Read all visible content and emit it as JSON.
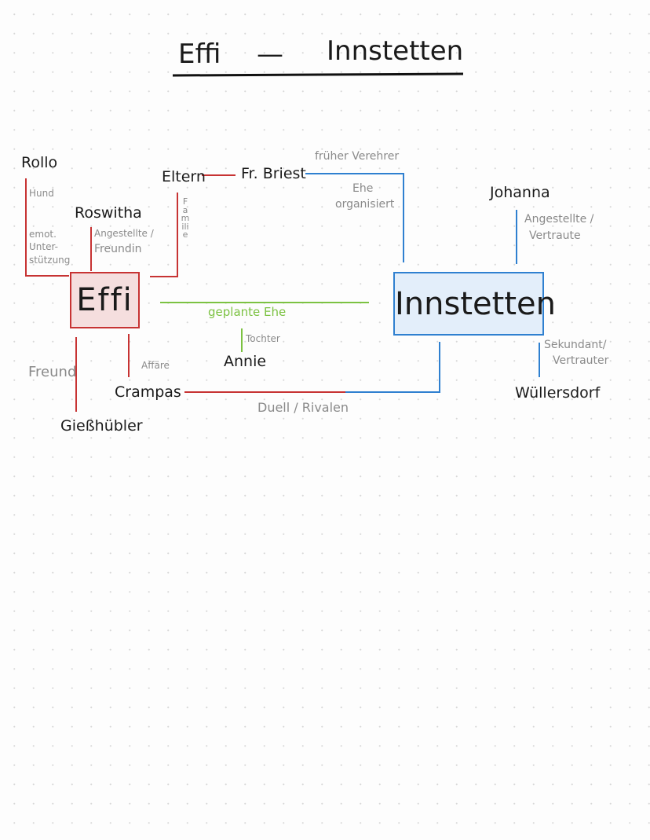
{
  "title": {
    "left": "Effi",
    "dash": "—",
    "right": "Innstetten"
  },
  "nodes": {
    "effi": "Effi",
    "innstetten": "Innstetten",
    "rollo": "Rollo",
    "roswitha": "Roswitha",
    "eltern": "Eltern",
    "fr_briest": "Fr. Briest",
    "johanna": "Johanna",
    "annie": "Annie",
    "crampas": "Crampas",
    "giesshuebler": "Gießhübler",
    "wuellersdorf": "Wüllersdorf"
  },
  "labels": {
    "hund": "Hund",
    "emot_1": "emot.",
    "emot_2": "Unter-",
    "emot_3": "stützung",
    "roswitha_1": "Angestellte /",
    "roswitha_2": "Freundin",
    "familie": "Familie",
    "frueher_verehrer": "früher Verehrer",
    "ehe_1": "Ehe",
    "ehe_2": "organisiert",
    "johanna_1": "Angestellte /",
    "johanna_2": "Vertraute",
    "geplante_ehe": "geplante Ehe",
    "tochter": "Tochter",
    "affaere": "Affäre",
    "freund": "Freund",
    "duell": "Duell / Rivalen",
    "sekundant_1": "Sekundant/",
    "sekundant_2": "Vertrauter"
  },
  "colors": {
    "red": "#c73333",
    "blue": "#2f80d0",
    "green": "#7cc242",
    "black": "#111111"
  }
}
